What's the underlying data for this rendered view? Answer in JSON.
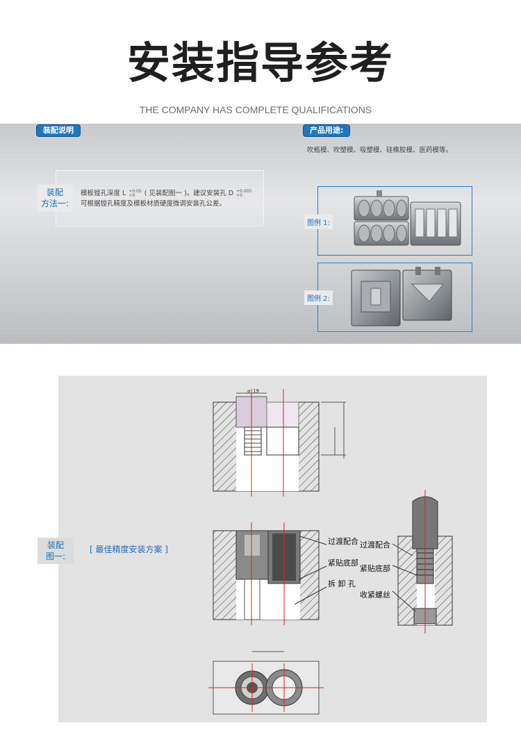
{
  "header": {
    "title": "安装指导参考",
    "subtitle": "THE COMPANY HAS COMPLETE QUALIFICATIONS"
  },
  "assembly": {
    "badge": "装配说明",
    "method1_label_line1": "装配",
    "method1_label_line2": "方法一:",
    "method1_text_pre": "模板镗孔深度 L",
    "method1_sup1_top": "+0.05",
    "method1_sup1_bot": "+0",
    "method1_text_mid": "( 见装配图一 )。建议安装孔 D",
    "method1_sup2_top": "+0.005",
    "method1_sup2_bot": "+0",
    "method1_text_line2": "可根据镗孔精度及模板材质硬度微调安装孔公差。"
  },
  "usage": {
    "badge": "产品用途:",
    "text": "吹瓶模、吹塑模、吸塑模、硅橡胶模、医药模等。",
    "example1": "图例 1:",
    "example2": "图例 2:"
  },
  "figure": {
    "label_line1": "装配",
    "label_line2": "图一:",
    "scheme": "[ 最佳精度安装方案 ]",
    "dim_top": "19",
    "labels_left": [
      "过渡配合",
      "紧贴底部",
      "拆 卸 孔"
    ],
    "labels_right": [
      "过渡配合",
      "紧贴底部",
      "收紧螺丝"
    ]
  },
  "colors": {
    "accent": "#1d78c0",
    "accent_dark": "#0f4f86",
    "cad_red": "#e02020",
    "cad_hatch": "#333333"
  }
}
